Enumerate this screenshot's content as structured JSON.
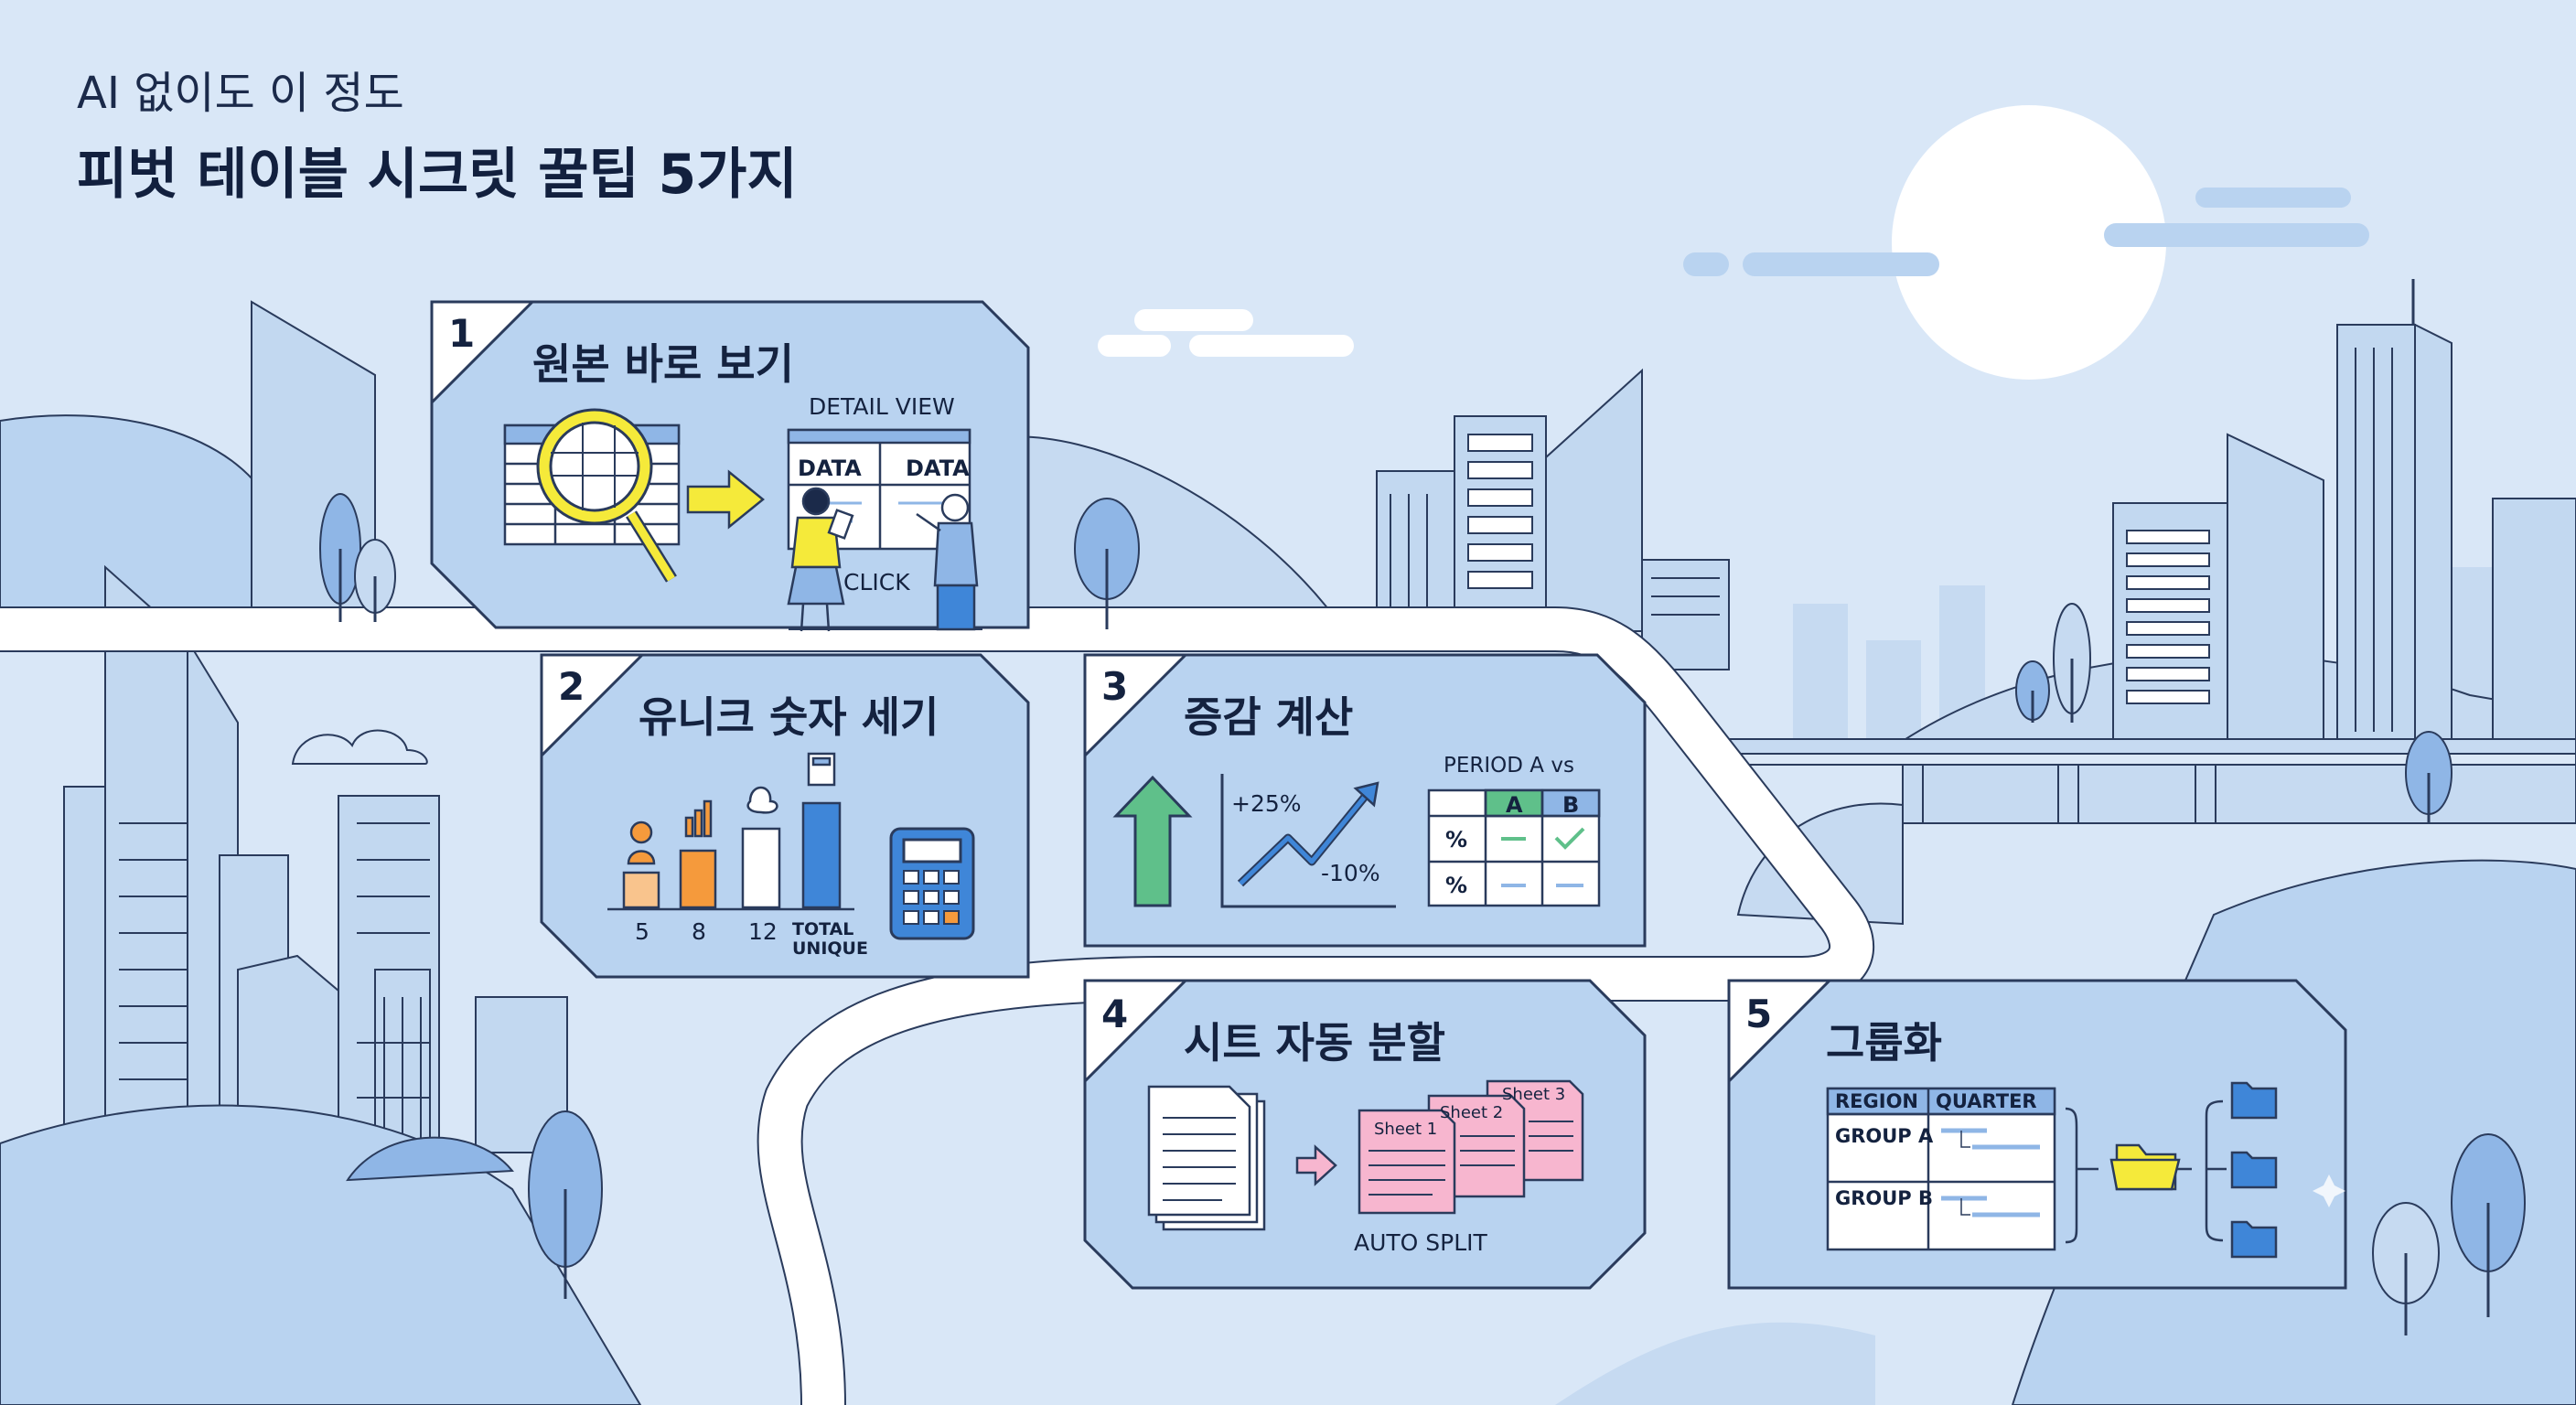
{
  "header": {
    "subtitle": "AI 없이도 이 정도",
    "title": "피벗 테이블 시크릿 꿀팁 5가지"
  },
  "tips": [
    {
      "number": "1",
      "title": "원본 바로 보기",
      "labels": {
        "detail_view": "DETAIL VIEW",
        "data_1": "DATA",
        "data_2": "DATA",
        "click": "CLICK"
      }
    },
    {
      "number": "2",
      "title": "유니크 숫자 세기",
      "labels": {
        "v1": "5",
        "v2": "8",
        "v3": "12",
        "total": "TOTAL",
        "unique": "UNIQUE"
      }
    },
    {
      "number": "3",
      "title": "증감 계산",
      "labels": {
        "up": "+25%",
        "down": "-10%",
        "period": "PERIOD A vs",
        "col_a": "A",
        "col_b": "B",
        "pct_1": "%",
        "pct_2": "%"
      }
    },
    {
      "number": "4",
      "title": "시트 자동 분할",
      "labels": {
        "sheet1": "Sheet 1",
        "sheet2": "Sheet 2",
        "sheet3": "Sheet 3",
        "auto_split": "AUTO SPLIT"
      }
    },
    {
      "number": "5",
      "title": "그룹화",
      "labels": {
        "region": "REGION",
        "quarter": "QUARTER",
        "group_a": "GROUP A",
        "group_b": "GROUP B"
      }
    }
  ],
  "colors": {
    "background": "#d9e7f7",
    "panel_fill": "#b9d3f0",
    "outline": "#2a3b5c",
    "accent_yellow": "#f5ea3a",
    "accent_orange": "#f59a3c",
    "accent_blue": "#3f86d8",
    "accent_green": "#5fc08a",
    "accent_pink": "#f7b6cf"
  }
}
